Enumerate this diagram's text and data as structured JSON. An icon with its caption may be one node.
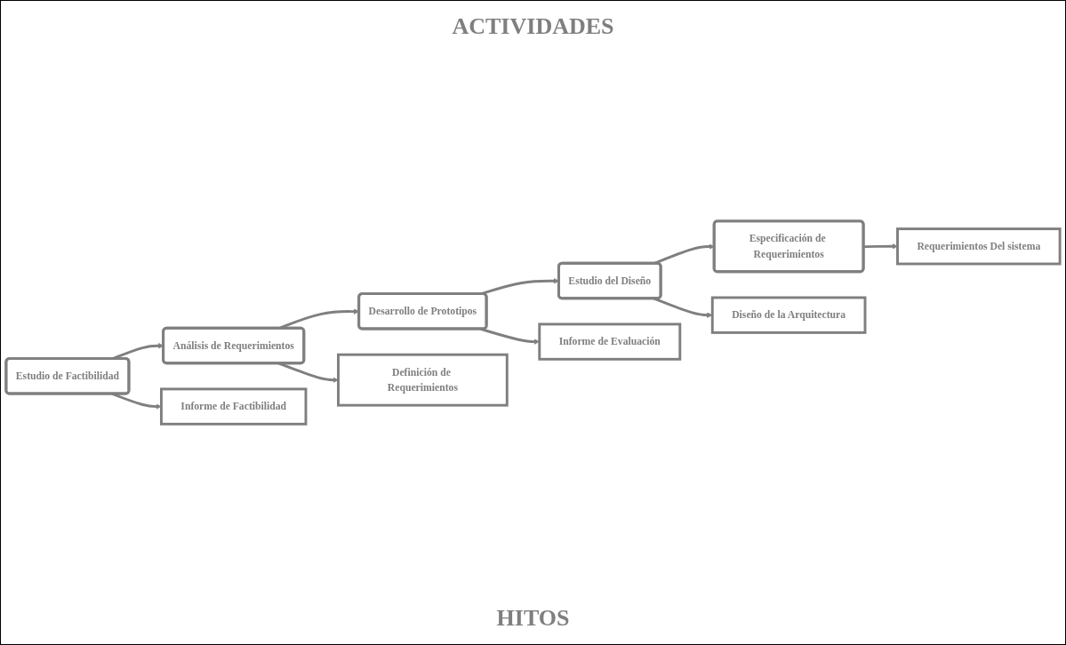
{
  "diagram": {
    "title": "ACTIVIDADES",
    "nodes": [
      {
        "text": [
          "Estudio de Factibilidad"
        ]
      },
      {
        "text": [
          "Análisis de Requerimientos"
        ]
      },
      {
        "text": [
          "Desarrollo de Prototipos"
        ]
      },
      {
        "text": [
          "Estudio del Diseño"
        ]
      },
      {
        "text": [
          "Especificación de Requerimientos"
        ]
      },
      {
        "text": [
          "Informe de Factibilidad"
        ]
      },
      {
        "text": [
          "Definición de Requerimientos"
        ]
      },
      {
        "text": [
          "Informe de Evaluación"
        ]
      },
      {
        "text": [
          "Diseño de la Arquitectura"
        ]
      },
      {
        "text": [
          "Requerimientos Del sistema"
        ]
      }
    ],
    "edges": [
      {
        "from": 0,
        "to": 1,
        "arrow": "to"
      },
      {
        "from": 1,
        "to": 2,
        "arrow": "to"
      },
      {
        "from": 2,
        "to": 3,
        "arrow": "to"
      },
      {
        "from": 3,
        "to": 4,
        "arrow": "to"
      },
      {
        "from": 0,
        "to": 5,
        "arrow": "to"
      },
      {
        "from": 1,
        "to": 6,
        "arrow": "to"
      },
      {
        "from": 2,
        "to": 7,
        "arrow": "to"
      },
      {
        "from": 3,
        "to": 8,
        "arrow": "to"
      },
      {
        "from": 4,
        "to": 9,
        "arrow": "to"
      }
    ],
    "labels": [
      "HITOS"
    ]
  }
}
